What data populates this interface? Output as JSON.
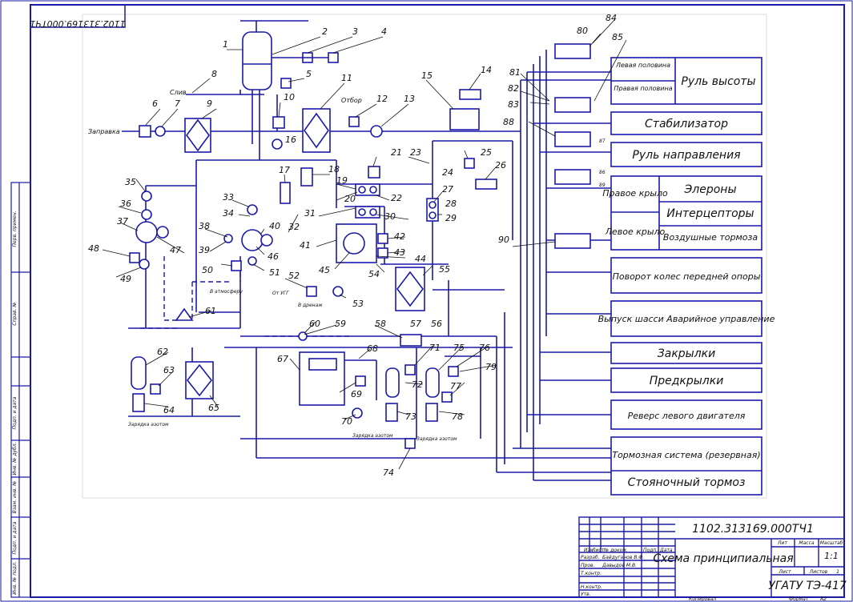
{
  "drawing_code": "1102.313169.000ТЧ1",
  "drawing_code_rotated": "1102.313169.000ТЧ1",
  "consumers": [
    {
      "id": "rudder-height",
      "label": "Руль высоты",
      "sub": [
        "Левая половина",
        "Правая половина"
      ]
    },
    {
      "id": "stabilizer",
      "label": "Стабилизатор"
    },
    {
      "id": "rudder-direction",
      "label": "Руль направления"
    },
    {
      "id": "wings",
      "sides": [
        "Правое крыло",
        "Левое крыло"
      ],
      "items": [
        "Элероны",
        "Интерцепторы",
        "Воздушные тормоза"
      ]
    },
    {
      "id": "nose-steer",
      "label": "Поворот колес передней опоры"
    },
    {
      "id": "gear",
      "label": "Выпуск шасси Аварийное управление"
    },
    {
      "id": "flaps",
      "label": "Закрылки"
    },
    {
      "id": "slats",
      "label": "Предкрылки"
    },
    {
      "id": "reverse",
      "label": "Реверс левого двигателя"
    },
    {
      "id": "brake-reserve",
      "label": "Тормозная система (резервная)"
    },
    {
      "id": "parking",
      "label": "Стояночный тормоз"
    }
  ],
  "labels": {
    "drain": "Слив",
    "fill": "Заправка",
    "takeoff": "Отбор",
    "to_atm": "В атмосферу",
    "from_apu": "От УГГ",
    "to_drain": "В дренаж",
    "nitrogen1": "Зарядка азотом",
    "nitrogen2": "Зарядка азотом",
    "nitrogen3": "Зарядка азотом"
  },
  "numbers": [
    "1",
    "2",
    "3",
    "4",
    "5",
    "6",
    "7",
    "8",
    "9",
    "10",
    "11",
    "12",
    "13",
    "14",
    "15",
    "16",
    "17",
    "18",
    "19",
    "20",
    "21",
    "22",
    "23",
    "24",
    "25",
    "26",
    "27",
    "28",
    "29",
    "30",
    "31",
    "32",
    "33",
    "34",
    "35",
    "36",
    "37",
    "38",
    "39",
    "40",
    "41",
    "42",
    "43",
    "44",
    "45",
    "46",
    "47",
    "48",
    "49",
    "50",
    "51",
    "52",
    "53",
    "54",
    "55",
    "56",
    "57",
    "58",
    "59",
    "60",
    "61",
    "62",
    "63",
    "64",
    "65",
    "67",
    "68",
    "69",
    "70",
    "71",
    "72",
    "73",
    "74",
    "75",
    "76",
    "77",
    "78",
    "79",
    "80",
    "81",
    "82",
    "83",
    "84",
    "85",
    "88",
    "90"
  ],
  "small_numbers": [
    "87",
    "86",
    "89"
  ],
  "title_block": {
    "code": "1102.313169.000ТЧ1",
    "name": "Схема принципиальная",
    "lit": "Лит",
    "mass": "Масса",
    "scale": "Масштаб",
    "scale_value": "1:1",
    "sheet": "Лист",
    "sheets": "Листов",
    "sheets_value": "1",
    "org": "УГАТУ ТЭ-417",
    "rows": [
      "Изм",
      "Лист",
      "№ докум.",
      "Подп.",
      "Дата",
      "Разраб.",
      "Пров.",
      "Т.контр.",
      "Н.контр.",
      "Утв."
    ],
    "dev_name": "Байдуганов В.Ф.",
    "chk_name": "Давыдов М.В.",
    "copied": "Копировал",
    "format": "Формат",
    "format_value": "А2"
  },
  "side_stamp": [
    "Перв. примен.",
    "Справ. №",
    "Подп. и дата",
    "Инв. № дубл.",
    "Взам. инв. №",
    "Подп. и дата",
    "Инв. № подл."
  ]
}
